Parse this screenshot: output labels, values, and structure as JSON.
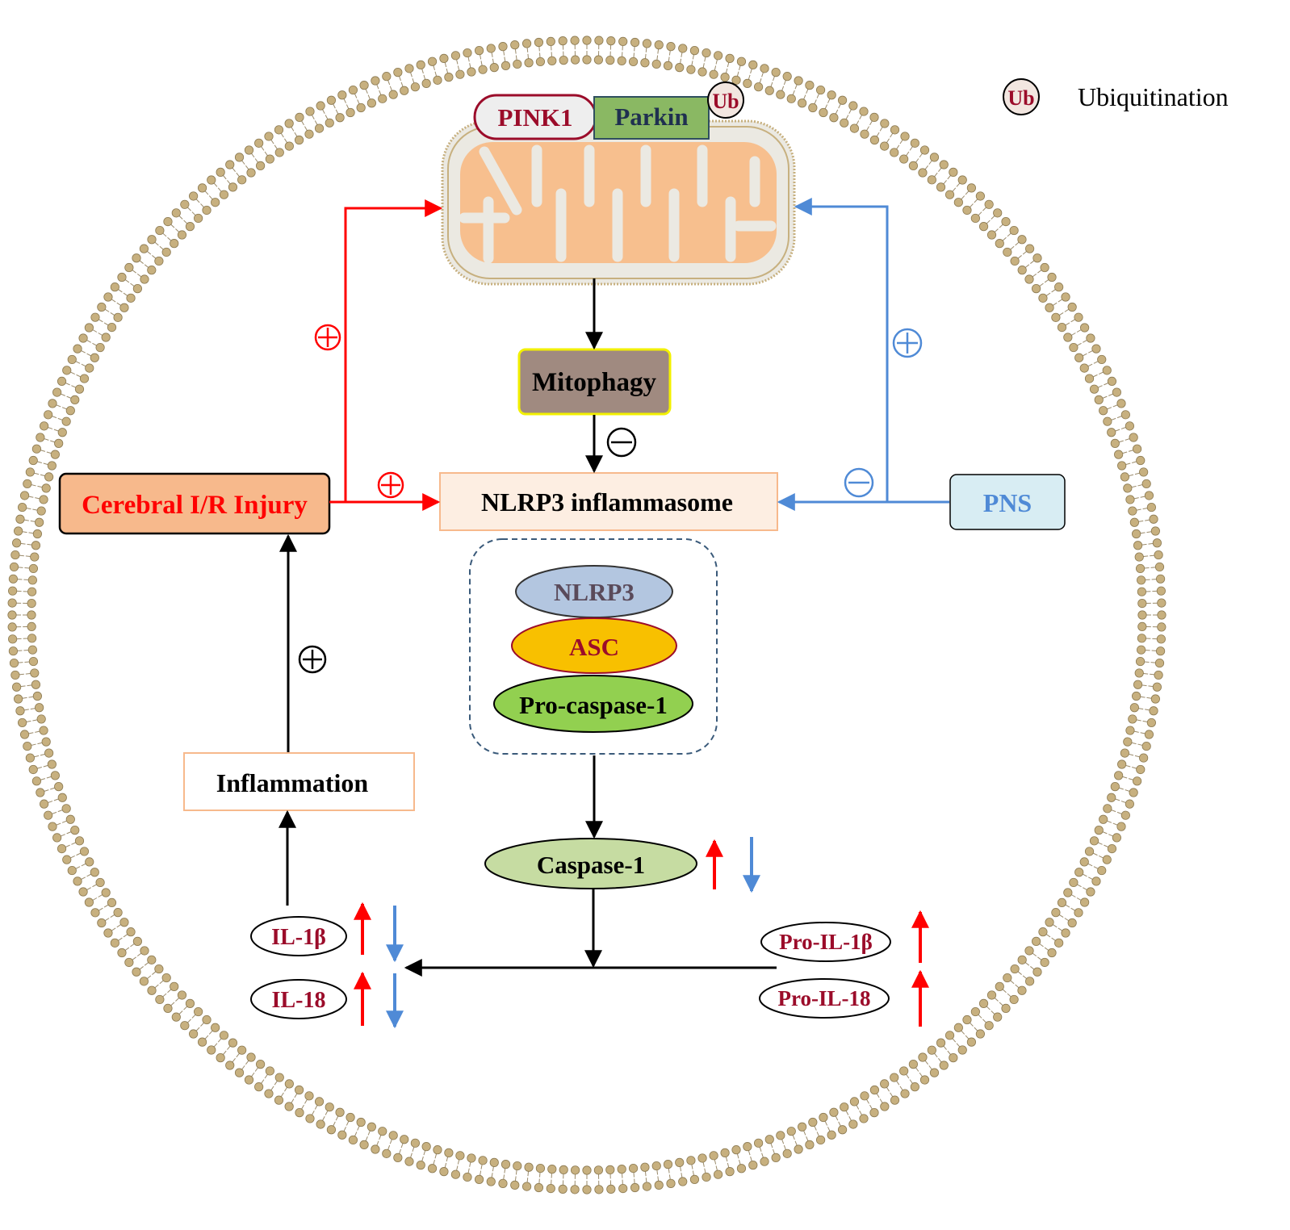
{
  "legend": {
    "symbol": "Ub",
    "label": "Ubiquitination"
  },
  "mitochondrion": {
    "pink1": "PINK1",
    "parkin": "Parkin",
    "ub": "Ub"
  },
  "nodes": {
    "mitophagy": "Mitophagy",
    "nlrp3_inflammasome": "NLRP3 inflammasome",
    "cerebral_injury": "Cerebral I/R Injury",
    "pns": "PNS",
    "inflammation": "Inflammation",
    "caspase1": "Caspase-1"
  },
  "inflammasome_complex": {
    "nlrp3": "NLRP3",
    "asc": "ASC",
    "pro_caspase1": "Pro-caspase-1"
  },
  "cytokines": {
    "il1b": "IL-1β",
    "il18": "IL-18",
    "pro_il1b": "Pro-IL-1β",
    "pro_il18": "Pro-IL-18"
  },
  "colors": {
    "red": "#ff0000",
    "blue": "#4f8ad6",
    "dark_red": "#9b0c2a",
    "membrane": "#c7b07f",
    "mito_orange": "#f7bf8e",
    "mitophagy_box": "#a08a80",
    "nlrp3_oval": "#b3c6e0",
    "asc_oval": "#f8c000",
    "pro_caspase_oval": "#92d050",
    "caspase_oval": "#c6dca2",
    "injury_box": "#f7b98c",
    "pns_box": "#d8edf3"
  }
}
